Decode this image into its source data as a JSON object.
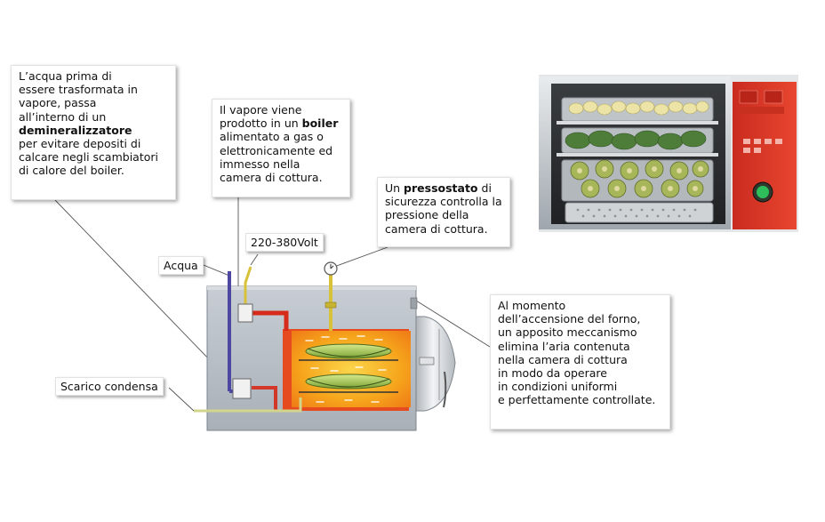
{
  "callouts": {
    "demineralizer": {
      "l1": "L’acqua prima di",
      "l2": "essere trasformata in",
      "l3": "vapore, passa",
      "l4": "all’interno di un",
      "l5": "demineralizzatore",
      "l6": "per evitare depositi di",
      "l7": "calcare negli scambiatori",
      "l8": "di calore del boiler."
    },
    "boiler": {
      "l1": "Il vapore viene",
      "l2a": "prodotto in un ",
      "l2b": "boiler",
      "l3": "alimentato a gas o",
      "l4": "elettronicamente ed",
      "l5": "immesso nella",
      "l6": "camera di cottura."
    },
    "pressostat": {
      "l1a": "Un ",
      "l1b": "pressostato",
      "l1c": " di",
      "l2": "sicurezza controlla la",
      "l3": "pressione della",
      "l4": "camera di cottura."
    },
    "air": {
      "l1": "Al momento",
      "l2": "dell’accensione del forno,",
      "l3": "un apposito meccanismo",
      "l4": "elimina l’aria contenuta",
      "l5": "nella camera di cottura",
      "l6": "in modo da operare",
      "l7": "in condizioni uniformi",
      "l8": "e perfettamente controllate."
    }
  },
  "labels": {
    "water": "Acqua",
    "voltage": "220-380Volt",
    "drain": "Scarico condensa"
  },
  "colors": {
    "oven_body": "#b9c0c8",
    "chamber_outer": "#e8411e",
    "chamber_inner": "#f7a81c",
    "water_pipe": "#5a4fa8",
    "steam_pipe": "#d62a1a",
    "gas_pipe": "#d8c23a",
    "tray_green": "#9fc84a",
    "panel_red": "#e03a2a"
  }
}
